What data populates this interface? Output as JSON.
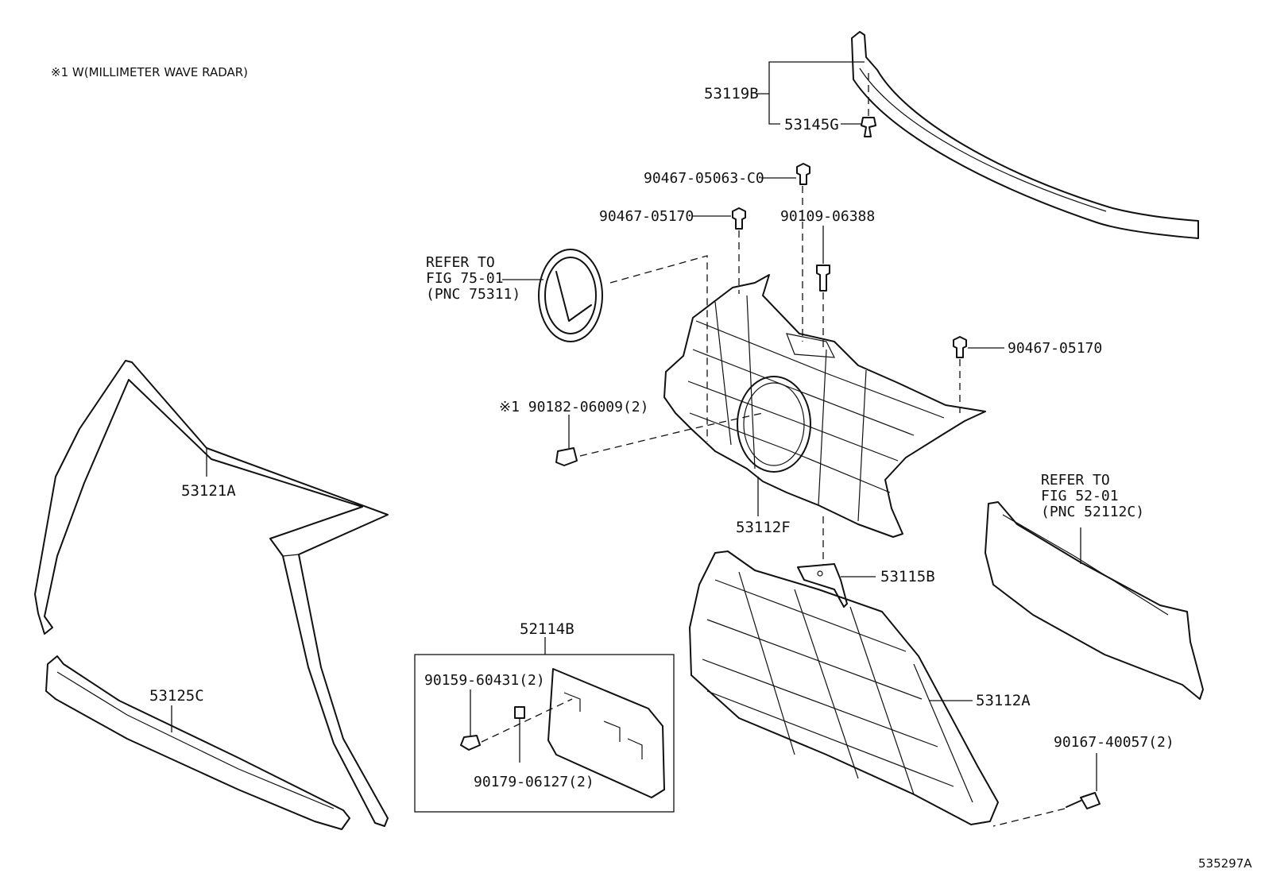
{
  "note": "※1 W(MILLIMETER WAVE RADAR)",
  "diagram_id": "535297A",
  "labels": {
    "p53119B": "53119B",
    "p53145G": "53145G",
    "p90467_05063": "90467-05063-C0",
    "p90467_05170_a": "90467-05170",
    "p90109": "90109-06388",
    "refer75_1": "REFER TO",
    "refer75_2": "FIG 75-01",
    "refer75_3": "(PNC 75311)",
    "p90467_05170_b": "90467-05170",
    "p90182": "※1 90182-06009(2)",
    "p53121A": "53121A",
    "p53112F": "53112F",
    "refer52_1": "REFER TO",
    "refer52_2": "FIG 52-01",
    "refer52_3": "(PNC 52112C)",
    "p53115B": "53115B",
    "p52114B": "52114B",
    "p90159": "90159-60431(2)",
    "p53125C": "53125C",
    "p53112A": "53112A",
    "p90179": "90179-06127(2)",
    "p90167": "90167-40057(2)"
  }
}
